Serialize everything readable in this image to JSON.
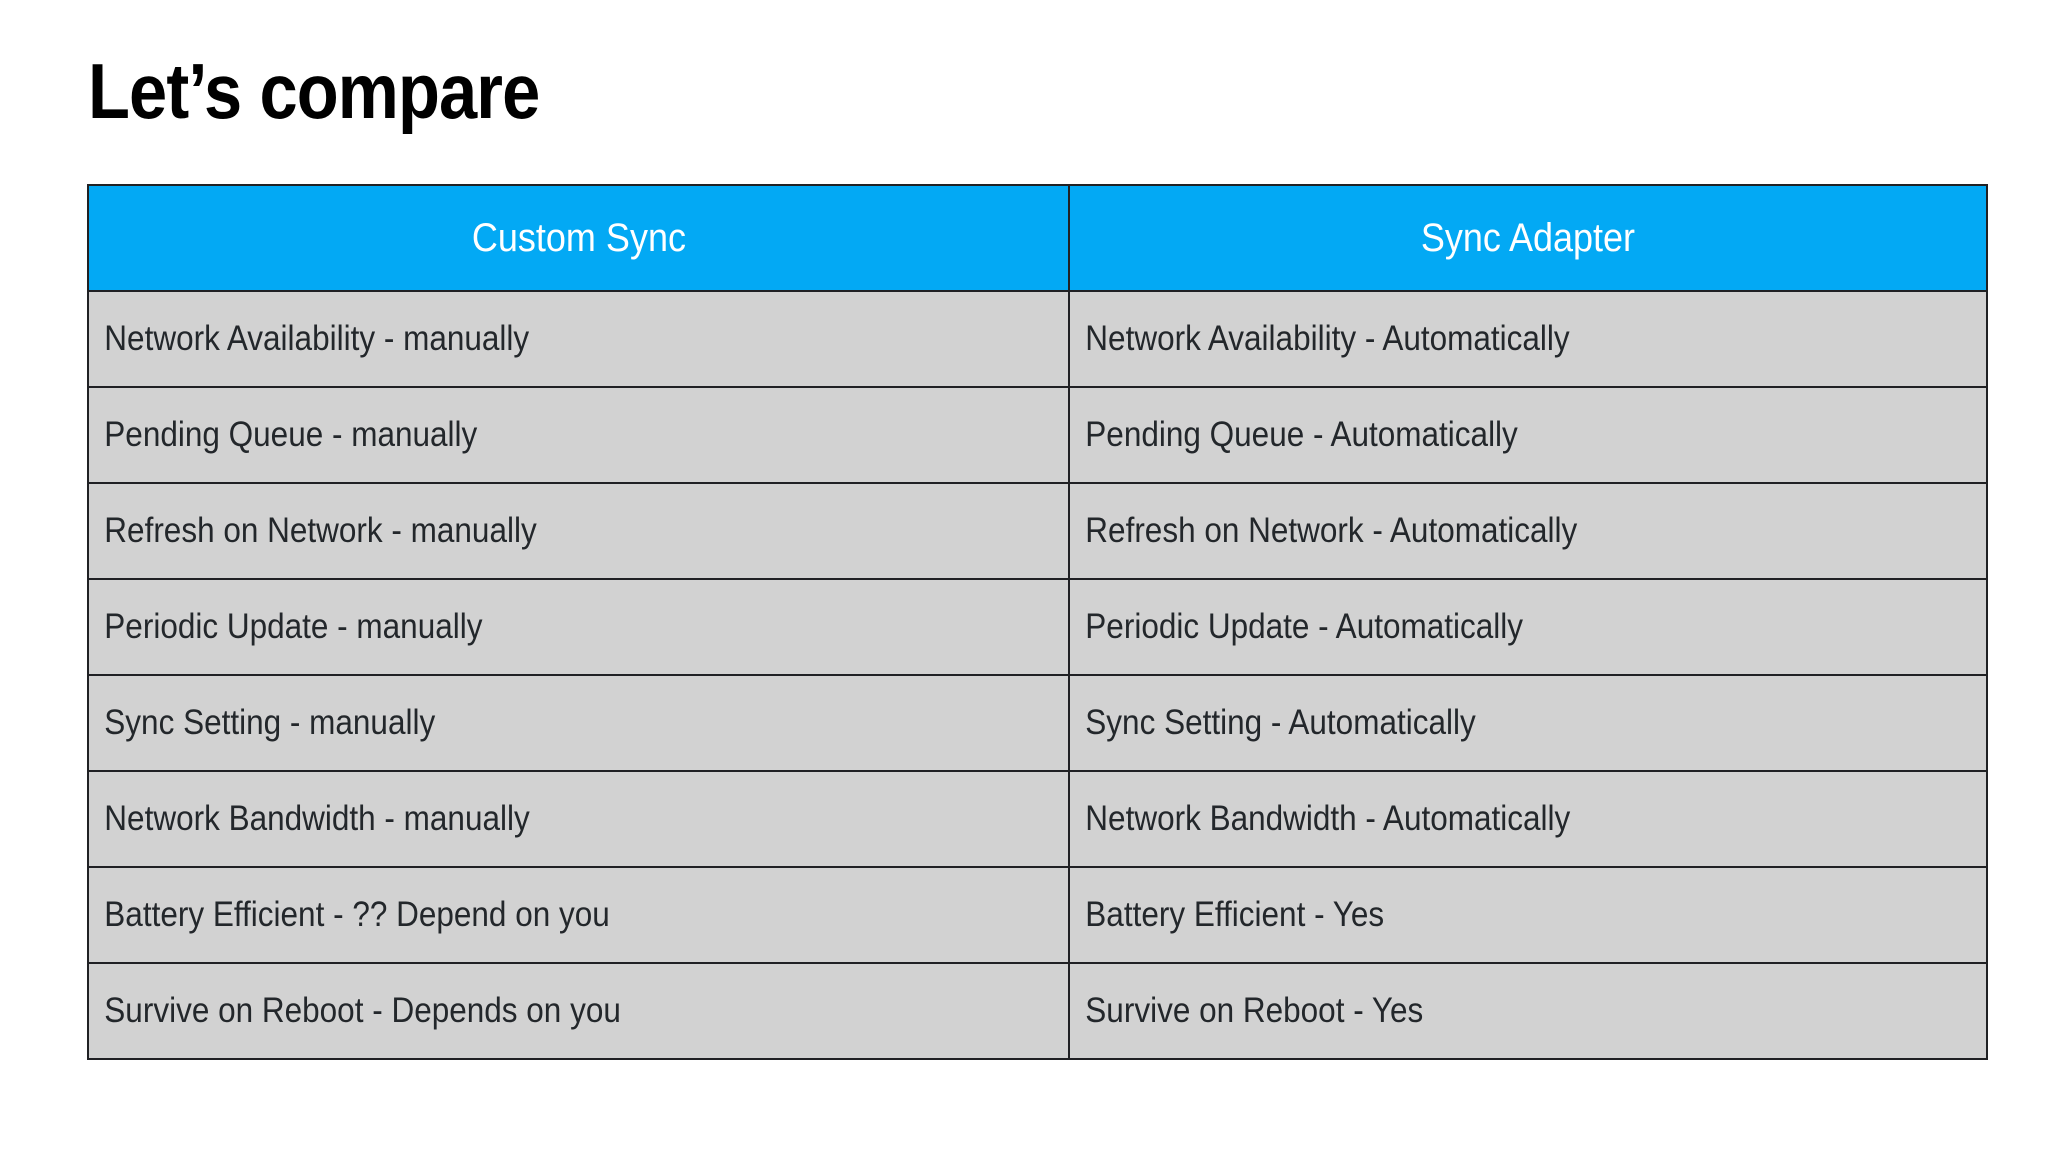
{
  "slide": {
    "title": "Let’s compare",
    "background_color": "#FFFFFF"
  },
  "table": {
    "header_background": "#03A9F4",
    "header_text_color": "#FFFFFF",
    "cell_background": "#D2D2D2",
    "cell_text_color": "#23272B",
    "border_color": "#202124",
    "columns": [
      {
        "label": "Custom Sync"
      },
      {
        "label": "Sync Adapter"
      }
    ],
    "rows": [
      {
        "custom_sync": "Network Availability - manually",
        "sync_adapter": "Network Availability - Automatically"
      },
      {
        "custom_sync": "Pending Queue - manually",
        "sync_adapter": "Pending Queue - Automatically"
      },
      {
        "custom_sync": "Refresh on Network - manually",
        "sync_adapter": "Refresh on Network - Automatically"
      },
      {
        "custom_sync": "Periodic Update - manually",
        "sync_adapter": "Periodic Update - Automatically"
      },
      {
        "custom_sync": "Sync Setting - manually",
        "sync_adapter": "Sync Setting - Automatically"
      },
      {
        "custom_sync": "Network Bandwidth - manually",
        "sync_adapter": "Network Bandwidth - Automatically"
      },
      {
        "custom_sync": "Battery Efficient - ?? Depend on you",
        "sync_adapter": "Battery Efficient - Yes"
      },
      {
        "custom_sync": "Survive on Reboot - Depends on you",
        "sync_adapter": "Survive on Reboot - Yes"
      }
    ]
  }
}
